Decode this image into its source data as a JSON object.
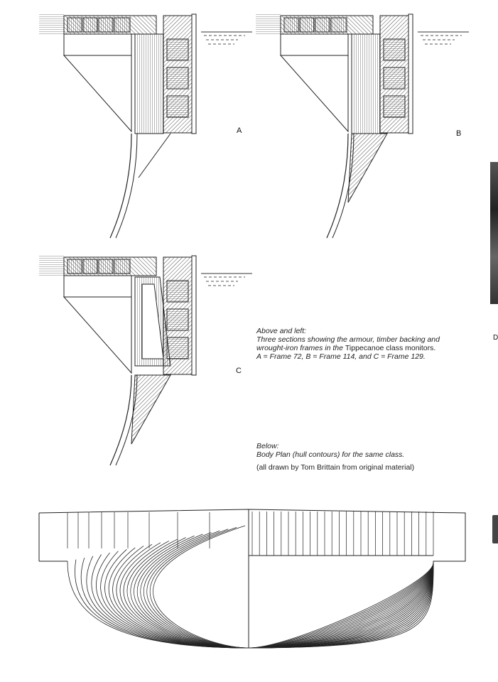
{
  "sections": [
    {
      "label": "A"
    },
    {
      "label": "B"
    },
    {
      "label": "C"
    }
  ],
  "caption_top": {
    "heading": "Above and left:",
    "line1": "Three sections showing the armour, timber backing and",
    "line2_a": "wrought-iron frames in the ",
    "line2_b": "Tippecanoe class monitors.",
    "line3": "A = Frame 72, B = Frame 114, and C = Frame 129."
  },
  "caption_bottom": {
    "heading": "Below:",
    "line1": "Body Plan (hull contours) for the same class.",
    "credit": "(all drawn by Tom Brittain from original material)"
  },
  "margin_mark": "D"
}
